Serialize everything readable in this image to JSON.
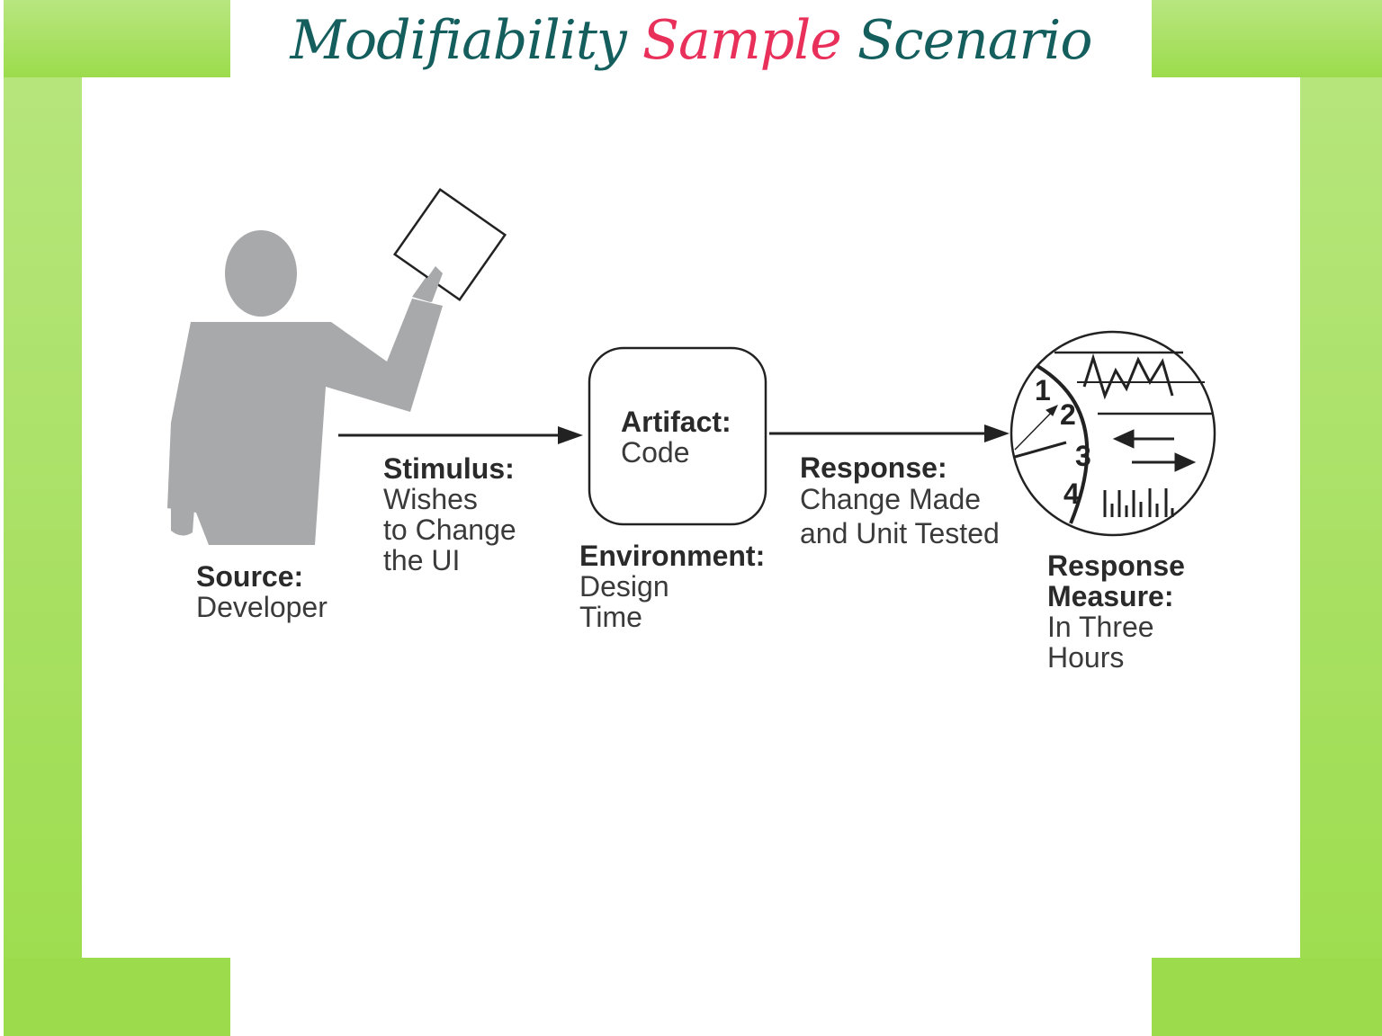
{
  "title": {
    "part1": "Modifiability",
    "part2": "Sample",
    "part3": "Scenario"
  },
  "colors": {
    "frame": "#a8e060",
    "title": "#155e5e",
    "accent": "#e8305a",
    "figure": "#a8a9ab"
  },
  "source": {
    "heading": "Source:",
    "value": "Developer"
  },
  "stimulus": {
    "heading": "Stimulus:",
    "lines": [
      "Wishes",
      "to Change",
      "the UI"
    ]
  },
  "artifact": {
    "heading": "Artifact:",
    "value": "Code"
  },
  "environment": {
    "heading": "Environment:",
    "lines": [
      "Design",
      "Time"
    ]
  },
  "response": {
    "heading": "Response:",
    "lines": [
      "Change Made",
      "and Unit Tested"
    ]
  },
  "response_measure": {
    "heading_lines": [
      "Response",
      "Measure:"
    ],
    "lines": [
      "In Three",
      "Hours"
    ]
  },
  "dial": {
    "numbers": [
      "1",
      "2",
      "3",
      "4"
    ]
  }
}
